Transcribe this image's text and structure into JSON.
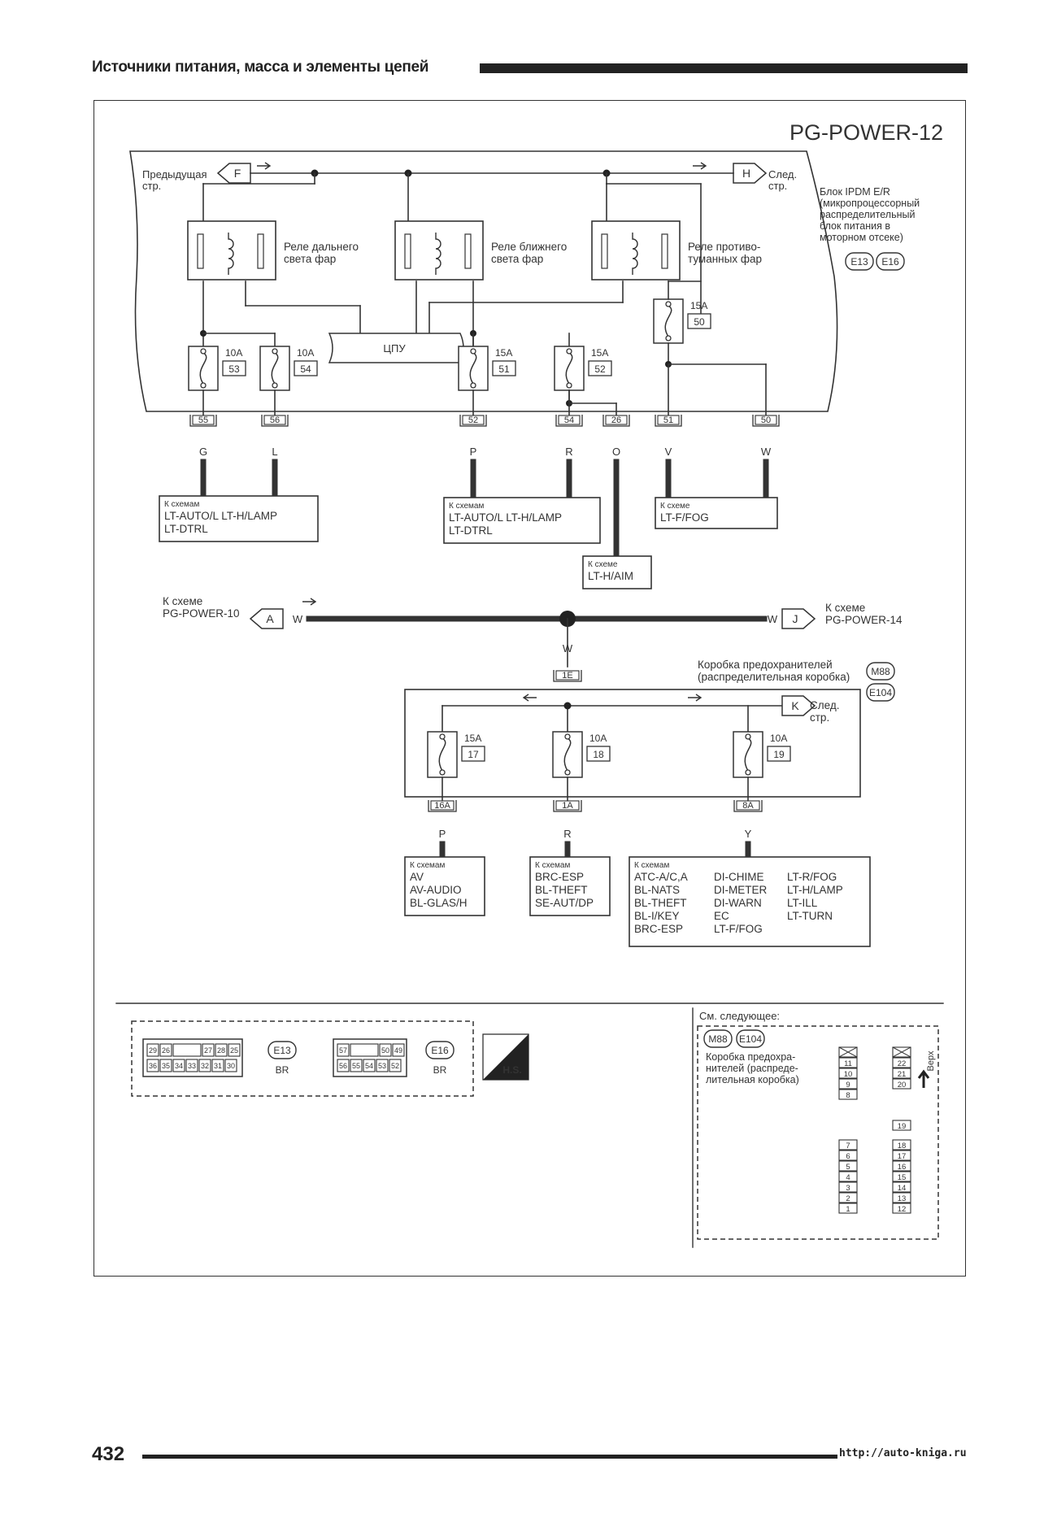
{
  "header": {
    "title": "Источники питания, масса и элементы цепей"
  },
  "footer": {
    "page_number": "432",
    "url": "http://auto-kniga.ru"
  },
  "diagram": {
    "code": "PG-POWER-12",
    "ipdm": {
      "prev_label": [
        "Предыдущая",
        "стр."
      ],
      "prev_connector": "F",
      "next_label": [
        "След.",
        "стр."
      ],
      "next_connector": "H",
      "title": [
        "Блок IPDM E/R",
        "(микропроцессорный",
        "распределительный",
        "блок питания в",
        "моторном отсеке)"
      ],
      "connectors": [
        "E13",
        "E16"
      ],
      "relays": [
        [
          "Реле дальнего",
          "света фар"
        ],
        [
          "Реле ближнего",
          "света фар"
        ],
        [
          "Реле противо-",
          "туманных фар"
        ]
      ],
      "cpu_label": "ЦПУ",
      "fuses": [
        {
          "amp": "10A",
          "num": "53"
        },
        {
          "amp": "10A",
          "num": "54"
        },
        {
          "amp": "15A",
          "num": "51"
        },
        {
          "amp": "15A",
          "num": "52"
        },
        {
          "amp": "15A",
          "num": "50"
        }
      ],
      "pins": [
        {
          "pin": "55",
          "wire": "G"
        },
        {
          "pin": "56",
          "wire": "L"
        },
        {
          "pin": "52",
          "wire": "P"
        },
        {
          "pin": "54",
          "wire": "R"
        },
        {
          "pin": "26",
          "wire": "O"
        },
        {
          "pin": "51",
          "wire": "V"
        },
        {
          "pin": "50",
          "wire": "W"
        }
      ],
      "targets": [
        {
          "header": "К схемам",
          "lines": [
            "LT-AUTO/L   LT-H/LAMP",
            "LT-DTRL"
          ]
        },
        {
          "header": "К схемам",
          "lines": [
            "LT-AUTO/L   LT-H/LAMP",
            "LT-DTRL"
          ]
        },
        {
          "header": "К схеме",
          "lines": [
            "LT-H/AIM"
          ]
        },
        {
          "header": "К схеме",
          "lines": [
            "LT-F/FOG"
          ]
        }
      ]
    },
    "bus": {
      "left_label": [
        "К схеме",
        "PG-POWER-10"
      ],
      "left_connector": "A",
      "right_label": [
        "К схеме",
        "PG-POWER-14"
      ],
      "right_connector": "J",
      "wire": "W",
      "down_wire": "W",
      "down_pin": "1E"
    },
    "fusebox": {
      "title": [
        "Коробка предохранителей",
        "(распределительная коробка)"
      ],
      "connectors": [
        "M88",
        "E104"
      ],
      "next_label": [
        "След.",
        "стр."
      ],
      "next_connector": "K",
      "fuses": [
        {
          "amp": "15A",
          "num": "17"
        },
        {
          "amp": "10A",
          "num": "18"
        },
        {
          "amp": "10A",
          "num": "19"
        }
      ],
      "pins": [
        {
          "pin": "16A",
          "wire": "P"
        },
        {
          "pin": "1A",
          "wire": "R"
        },
        {
          "pin": "8A",
          "wire": "Y"
        }
      ],
      "targets": [
        {
          "header": "К схемам",
          "cols": [
            [
              "AV",
              "AV-AUDIO",
              "BL-GLAS/H"
            ]
          ]
        },
        {
          "header": "К схемам",
          "cols": [
            [
              "BRC-ESP",
              "BL-THEFT",
              "SE-AUT/DP"
            ]
          ]
        },
        {
          "header": "К схемам",
          "cols": [
            [
              "ATC-A/C,A",
              "BL-NATS",
              "BL-THEFT",
              "BL-I/KEY",
              "BRC-ESP"
            ],
            [
              "DI-CHIME",
              "DI-METER",
              "DI-WARN",
              "EC",
              "LT-F/FOG"
            ],
            [
              "LT-R/FOG",
              "LT-H/LAMP",
              "LT-ILL",
              "LT-TURN"
            ]
          ]
        }
      ]
    },
    "connector_views": {
      "e13": {
        "label": "E13",
        "color": "BR",
        "top": [
          "29",
          "26",
          "",
          "27",
          "28",
          "25"
        ],
        "bottom": [
          "36",
          "35",
          "34",
          "33",
          "32",
          "31",
          "30"
        ]
      },
      "e16": {
        "label": "E16",
        "color": "BR",
        "top": [
          "57",
          "",
          "50",
          "49"
        ],
        "bottom": [
          "56",
          "55",
          "54",
          "53",
          "52"
        ]
      },
      "hs_label": "H.S."
    },
    "see_also": {
      "title": "См. следующее:",
      "connectors": [
        "M88",
        "E104"
      ],
      "desc": [
        "Коробка предохра-",
        "нителей (распреде-",
        "лительная коробка)"
      ],
      "col1_top": [
        "",
        "11",
        "10",
        "9",
        "8"
      ],
      "col1_bottom": [
        "7",
        "6",
        "5",
        "4",
        "3",
        "2",
        "1"
      ],
      "col2_top": [
        "",
        "22",
        "21",
        "20"
      ],
      "col2_mid": "19",
      "col2_bottom": [
        "18",
        "17",
        "16",
        "15",
        "14",
        "13",
        "12"
      ],
      "up_label": "Верх"
    }
  }
}
